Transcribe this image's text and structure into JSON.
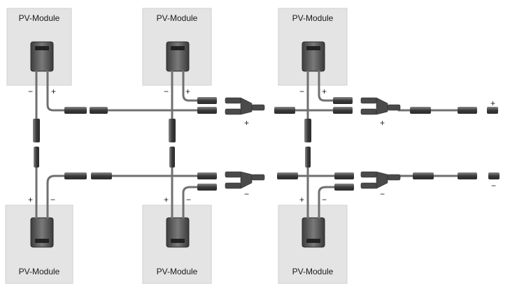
{
  "modules": {
    "top": [
      {
        "label": "PV-Module",
        "minus": "−",
        "plus": "+"
      },
      {
        "label": "PV-Module",
        "minus": "−",
        "plus": "+"
      },
      {
        "label": "PV-Module",
        "minus": "−",
        "plus": "+"
      }
    ],
    "bottom": [
      {
        "label": "PV-Module",
        "plus": "+",
        "minus": "−"
      },
      {
        "label": "PV-Module",
        "plus": "+",
        "minus": "−"
      },
      {
        "label": "PV-Module",
        "plus": "+",
        "minus": "−"
      }
    ]
  },
  "branch_labels": {
    "top_y1": "+",
    "top_y2": "+",
    "top_end": "+",
    "bottom_y1": "−",
    "bottom_y2": "−",
    "bottom_end": "−"
  },
  "colors": {
    "module_fill": "#e4e4e4",
    "module_stroke": "#c8c8c8",
    "junction_box": "#5a5a5a",
    "cable": "#6e6e6e",
    "connector": "#4a4a4a"
  }
}
